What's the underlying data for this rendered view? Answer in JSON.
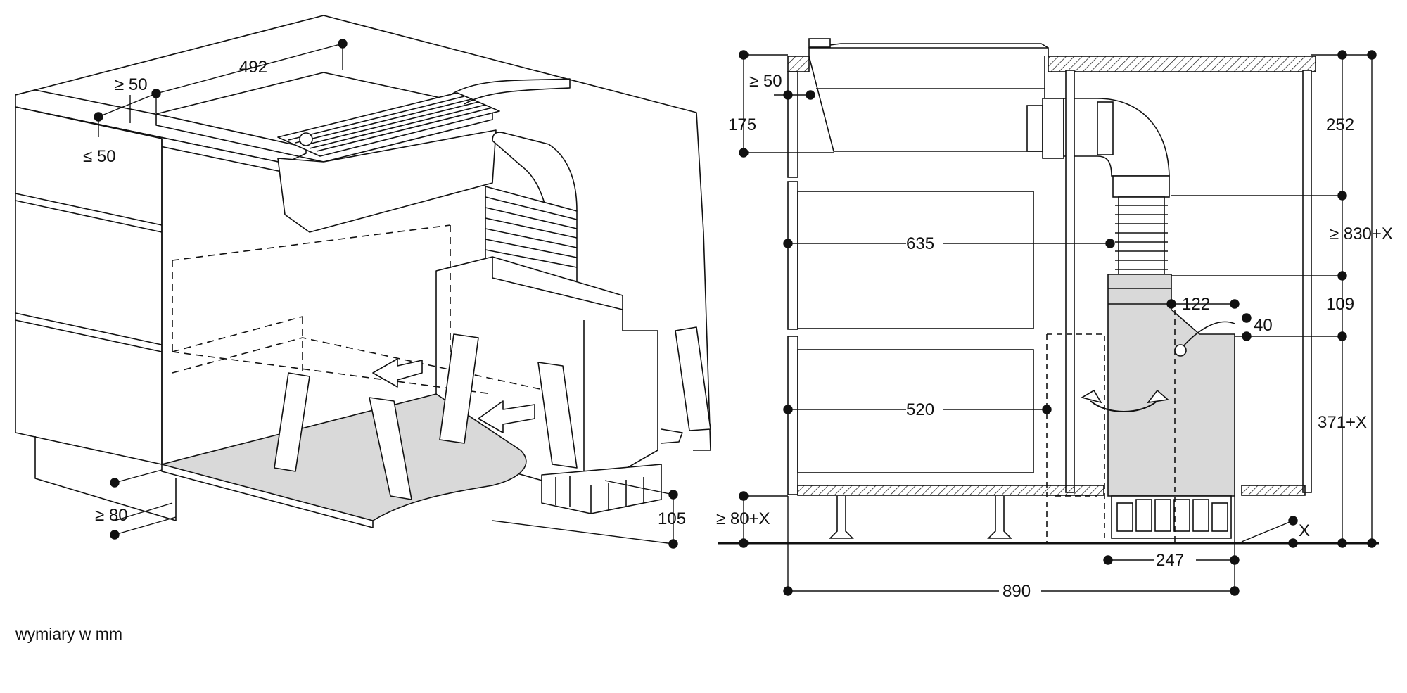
{
  "caption": "wymiary w mm",
  "left_view": {
    "dim_492": "492",
    "dim_ge50": "≥ 50",
    "dim_le50": "≤ 50",
    "dim_ge80": "≥ 80",
    "dim_105": "105"
  },
  "right_view": {
    "dim_ge50": "≥ 50",
    "dim_175": "175",
    "dim_252": "252",
    "dim_ge830x": "≥ 830+X",
    "dim_635": "635",
    "dim_122": "122",
    "dim_40": "40",
    "dim_109": "109",
    "dim_371x": "371+X",
    "dim_520": "520",
    "dim_ge80x": "≥ 80+X",
    "dim_x": "X",
    "dim_247": "247",
    "dim_890": "890"
  },
  "colors": {
    "line": "#111111",
    "fill_grey": "#d9d9d9",
    "fill_light": "#e6e6e6"
  }
}
